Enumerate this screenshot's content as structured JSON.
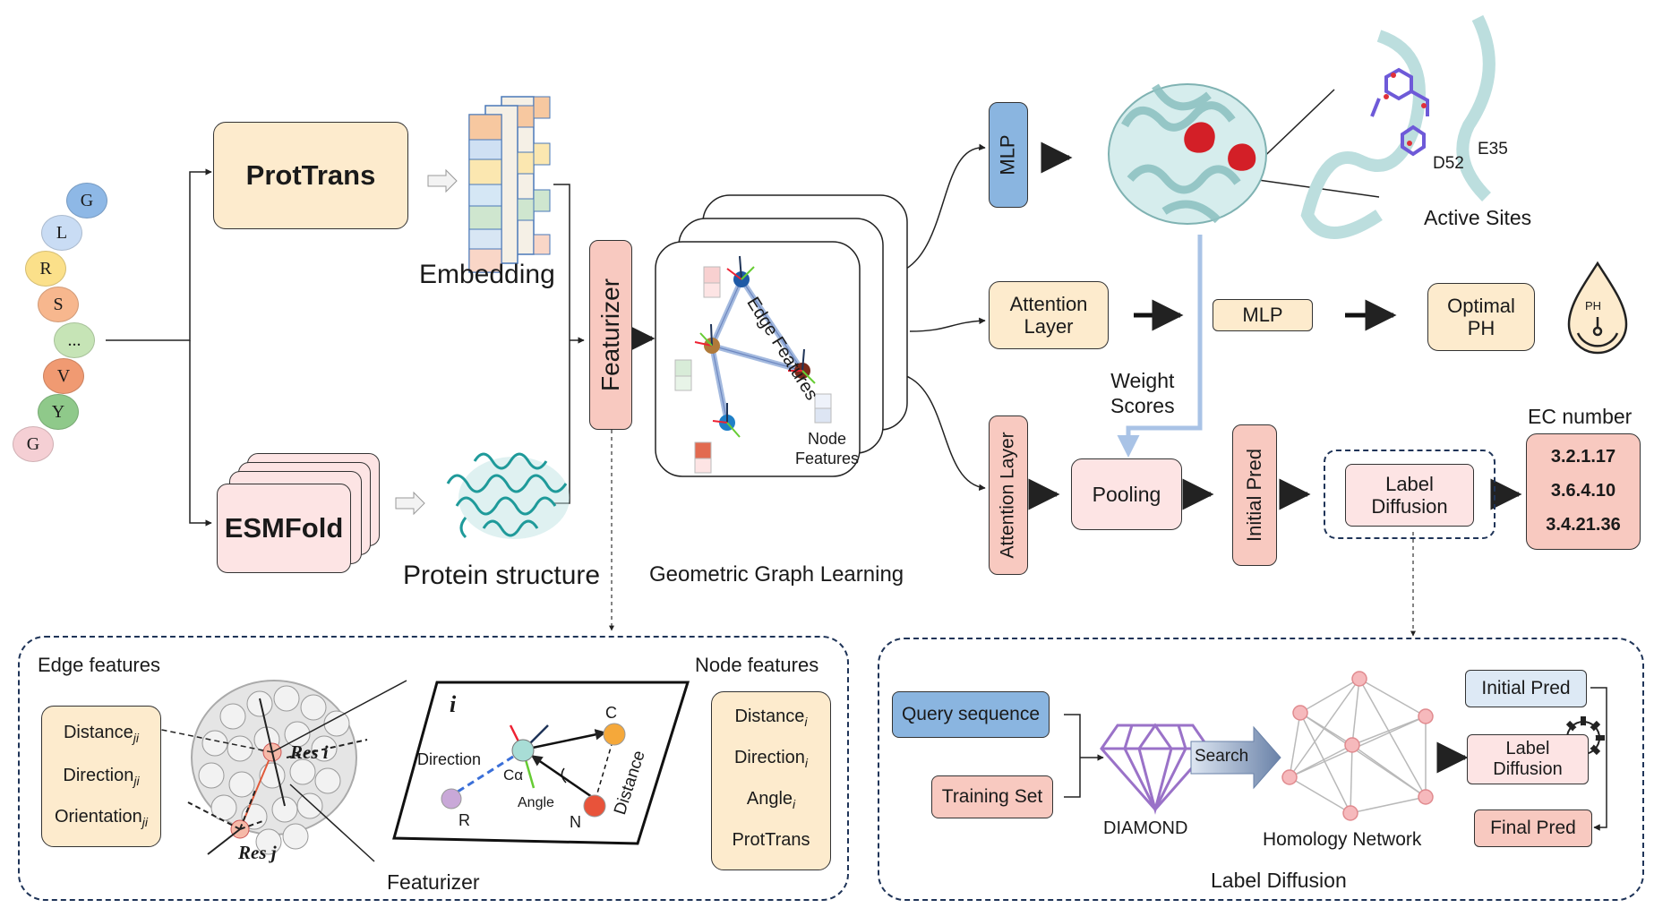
{
  "sequence": {
    "residues": [
      "G",
      "L",
      "R",
      "S",
      "...",
      "V",
      "Y",
      "G"
    ]
  },
  "top": {
    "prottrans": "ProtTrans",
    "esmfold": "ESMFold",
    "embedding": "Embedding",
    "protein_structure": "Protein structure",
    "featurizer": "Featurizer",
    "ggl_title": "Geometric Graph Learning",
    "edge_features": "Edge Features",
    "node_features_line1": "Node",
    "node_features_line2": "Features",
    "mlp_top": "MLP",
    "active_sites": "Active Sites",
    "e35": "E35",
    "d52": "D52",
    "attention_layer_line1": "Attention",
    "attention_layer_line2": "Layer",
    "mlp_mid": "MLP",
    "optimal_ph_line1": "Optimal",
    "optimal_ph_line2": "PH",
    "ph_icon_label": "PH",
    "weight_line1": "Weight",
    "weight_line2": "Scores",
    "attention_layer_vertical": "Attention Layer",
    "pooling": "Pooling",
    "initial_pred_vertical": "Initial Pred",
    "label_diffusion_line1": "Label",
    "label_diffusion_line2": "Diffusion",
    "ec_title": "EC number",
    "ec_numbers": [
      "3.2.1.17",
      "3.6.4.10",
      "3.4.21.36"
    ]
  },
  "featurizer_panel": {
    "edge_title": "Edge features",
    "node_title": "Node features",
    "edge_items": [
      "Distance",
      "Direction",
      "Orientation"
    ],
    "edge_sub": "ji",
    "node_items": [
      "Distance",
      "Direction",
      "Angle"
    ],
    "node_sub": "i",
    "node_last": "ProtTrans",
    "res_i": "Res i",
    "res_j": "Res j",
    "i_label": "i",
    "direction": "Direction",
    "c_alpha": "Cα",
    "c": "C",
    "n": "N",
    "r": "R",
    "angle": "Angle",
    "distance": "Distance",
    "caption": "Featurizer"
  },
  "diffusion_panel": {
    "query": "Query sequence",
    "training": "Training Set",
    "diamond": "DIAMOND",
    "search": "Search",
    "homology": "Homology Network",
    "initial_pred": "Initial Pred",
    "label_diffusion_line1": "Label",
    "label_diffusion_line2": "Diffusion",
    "final_pred": "Final Pred",
    "caption": "Label Diffusion"
  },
  "colors": {
    "cream": "#fdebcd",
    "pink": "#f8c9c0",
    "light_pink": "#fde4e4",
    "blue": "#8ab5e0",
    "light_blue": "#dde9f5",
    "panel_border": "#1f3458"
  }
}
